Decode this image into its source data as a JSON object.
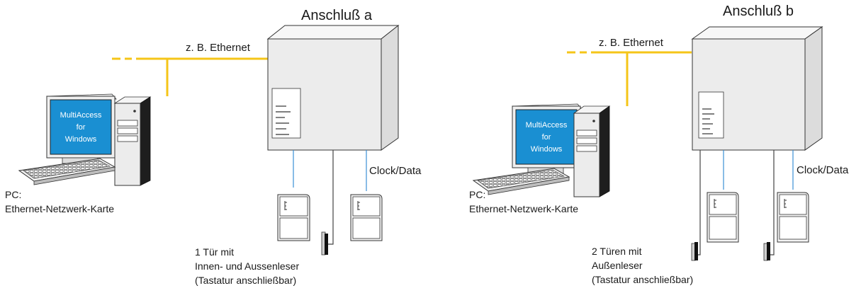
{
  "colors": {
    "network": "#f5c518",
    "cable_blue": "#3a8fd6",
    "cable_gray": "#444444",
    "screen_blue": "#1a8fd2",
    "device_fill": "#ececec",
    "outline": "#333333"
  },
  "panel_a": {
    "title": "Anschluß a",
    "network_label": "z. B. Ethernet",
    "screen_line1": "MultiAccess",
    "screen_line2": "for",
    "screen_line3": "Windows",
    "pc_label_line1": "PC:",
    "pc_label_line2": "Ethernet-Netzwerk-Karte",
    "reader_label": "Clock/Data",
    "door_line1": "1 Tür mit",
    "door_line2": "Innen- und Aussenleser",
    "door_line3": "(Tastatur anschließbar)"
  },
  "panel_b": {
    "title": "Anschluß b",
    "network_label": "z. B. Ethernet",
    "screen_line1": "MultiAccess",
    "screen_line2": "for",
    "screen_line3": "Windows",
    "pc_label_line1": "PC:",
    "pc_label_line2": "Ethernet-Netzwerk-Karte",
    "reader_label": "Clock/Data",
    "door_line1": "2 Türen mit",
    "door_line2": "Außenleser",
    "door_line3": "(Tastatur anschließbar)"
  }
}
